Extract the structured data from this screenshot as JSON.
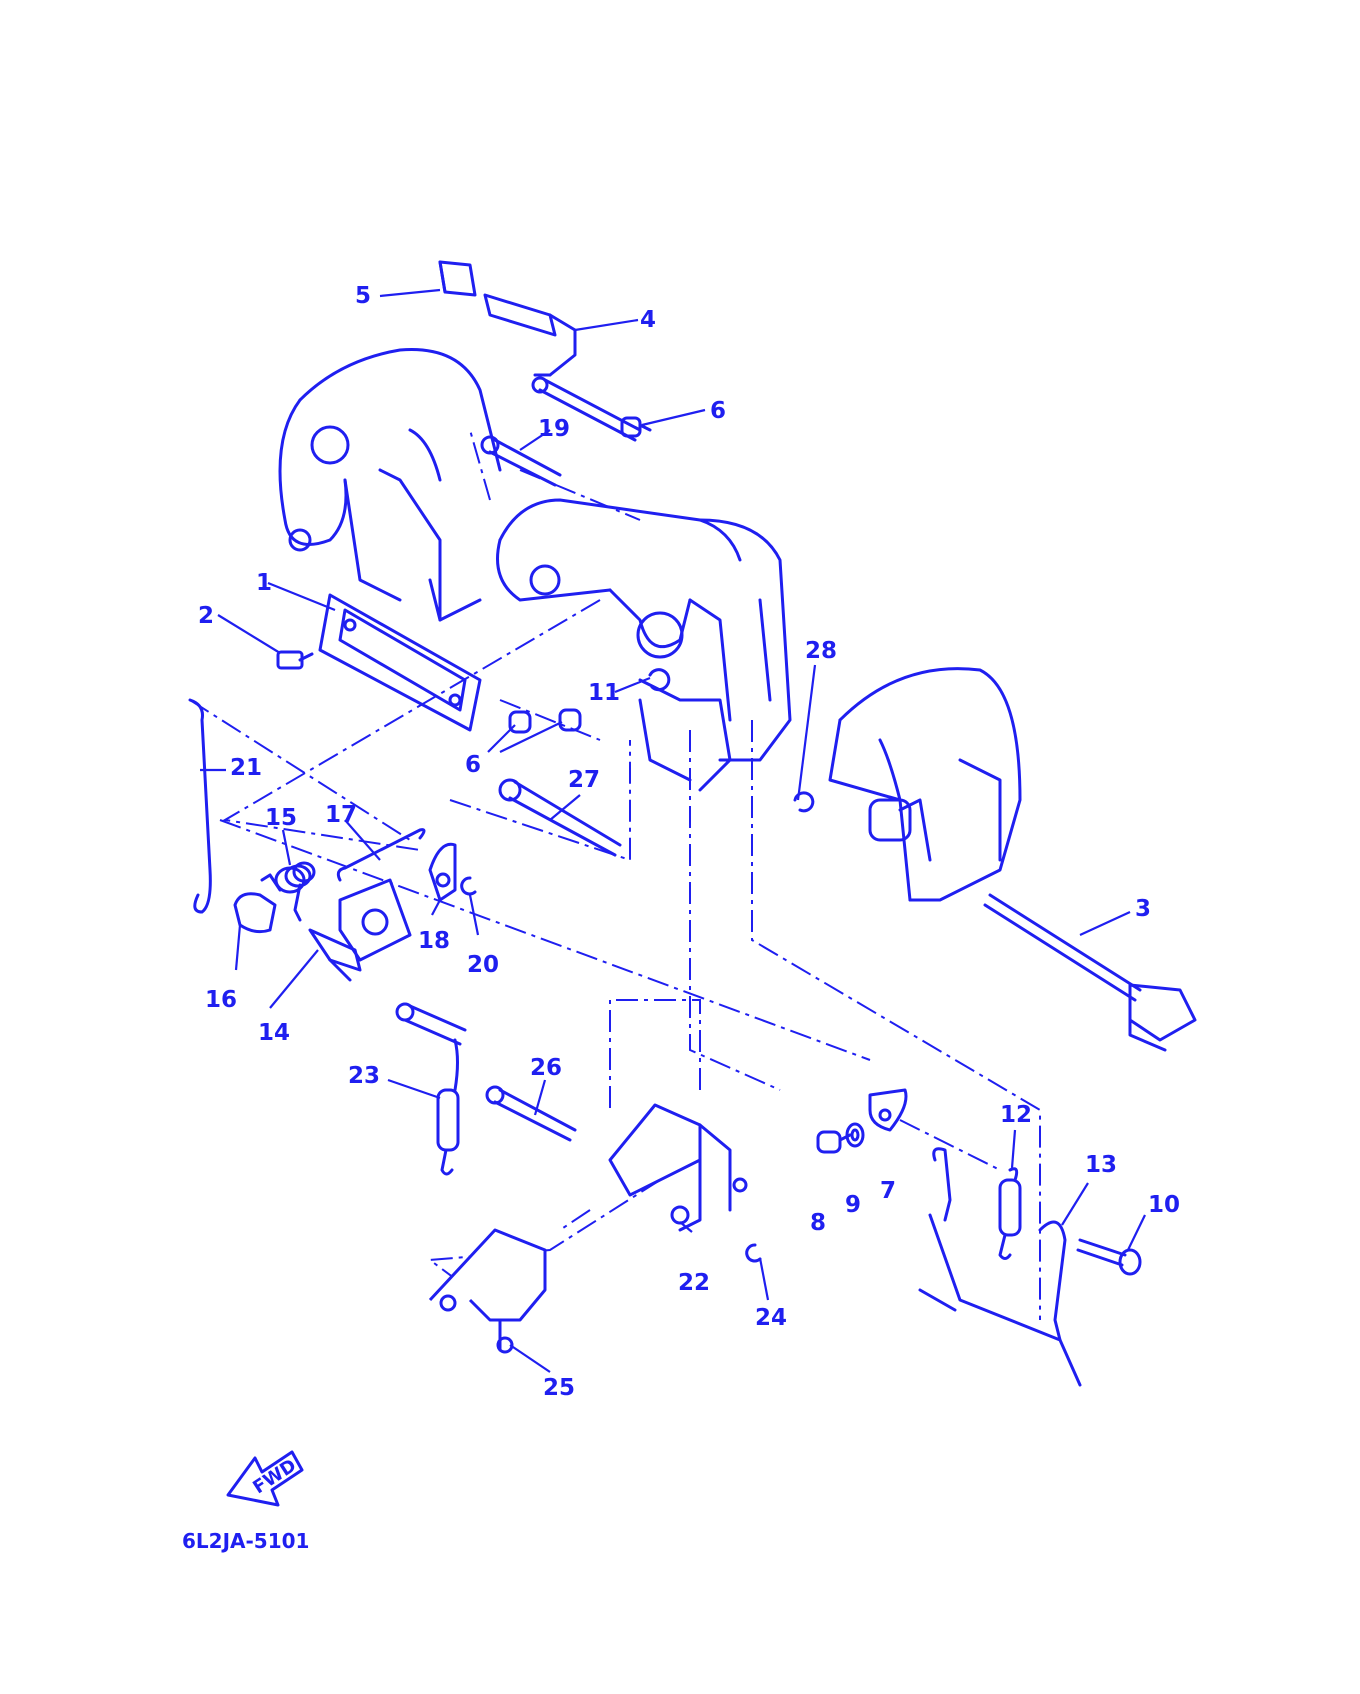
{
  "diagram": {
    "drawing_code": "6L2JA-5101",
    "direction_arrow": {
      "label": "FWD",
      "icon": "fwd-arrow-icon"
    },
    "ink_color": "#1f1ff0",
    "callouts": [
      "1",
      "2",
      "3",
      "4",
      "5",
      "6",
      "6",
      "7",
      "8",
      "9",
      "10",
      "11",
      "12",
      "13",
      "14",
      "15",
      "16",
      "17",
      "18",
      "19",
      "20",
      "21",
      "22",
      "23",
      "24",
      "25",
      "26",
      "27",
      "28"
    ]
  }
}
